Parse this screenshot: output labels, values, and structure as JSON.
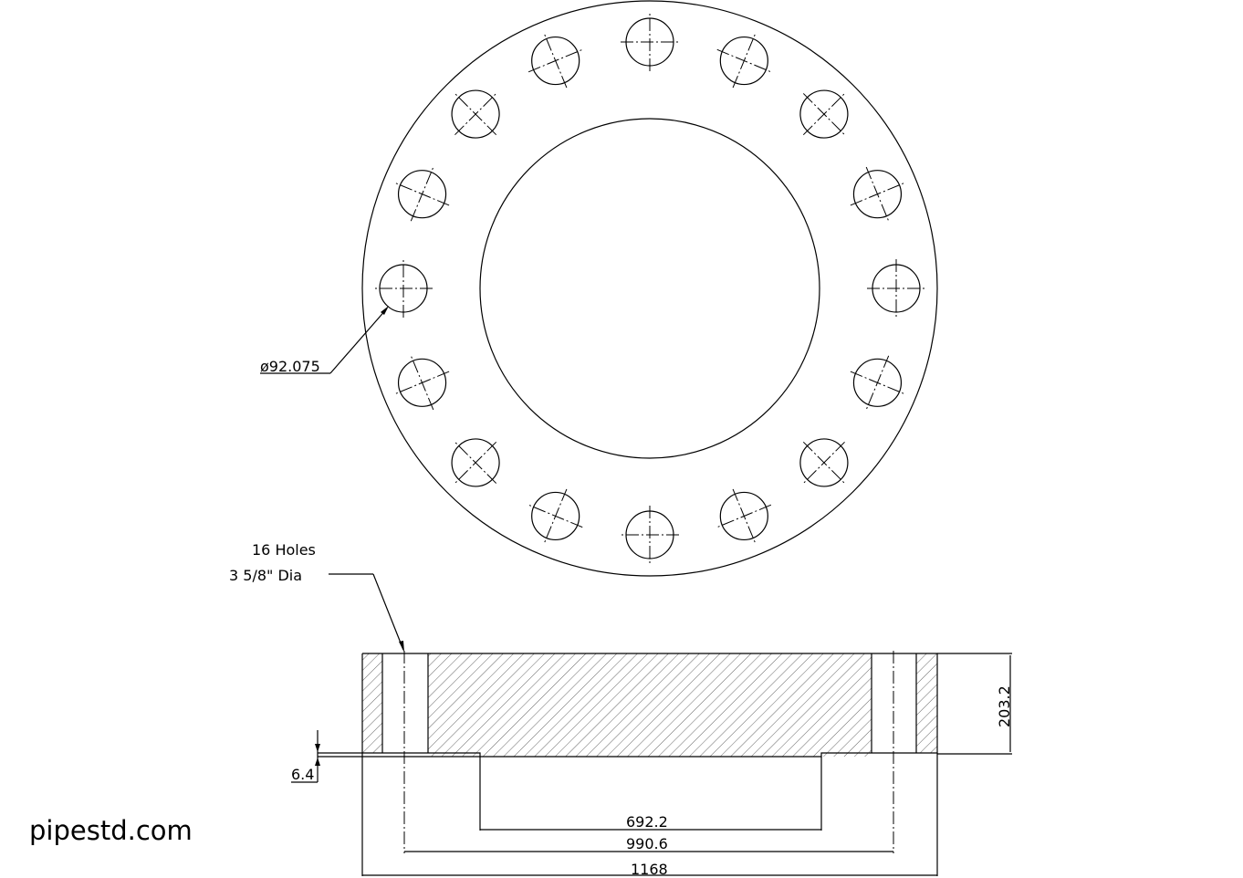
{
  "drawing": {
    "hole_dia_label": "ø92.075",
    "holes_note_line1": "16 Holes",
    "holes_note_line2": "3 5/8\" Dia",
    "dim_thickness": "203.2",
    "dim_raised_face": "6.4",
    "dim_raised_face_dia": "692.2",
    "dim_bolt_circle": "990.6",
    "dim_outer_dia": "1168",
    "hole_count": 16
  },
  "watermark": "pipestd.com"
}
